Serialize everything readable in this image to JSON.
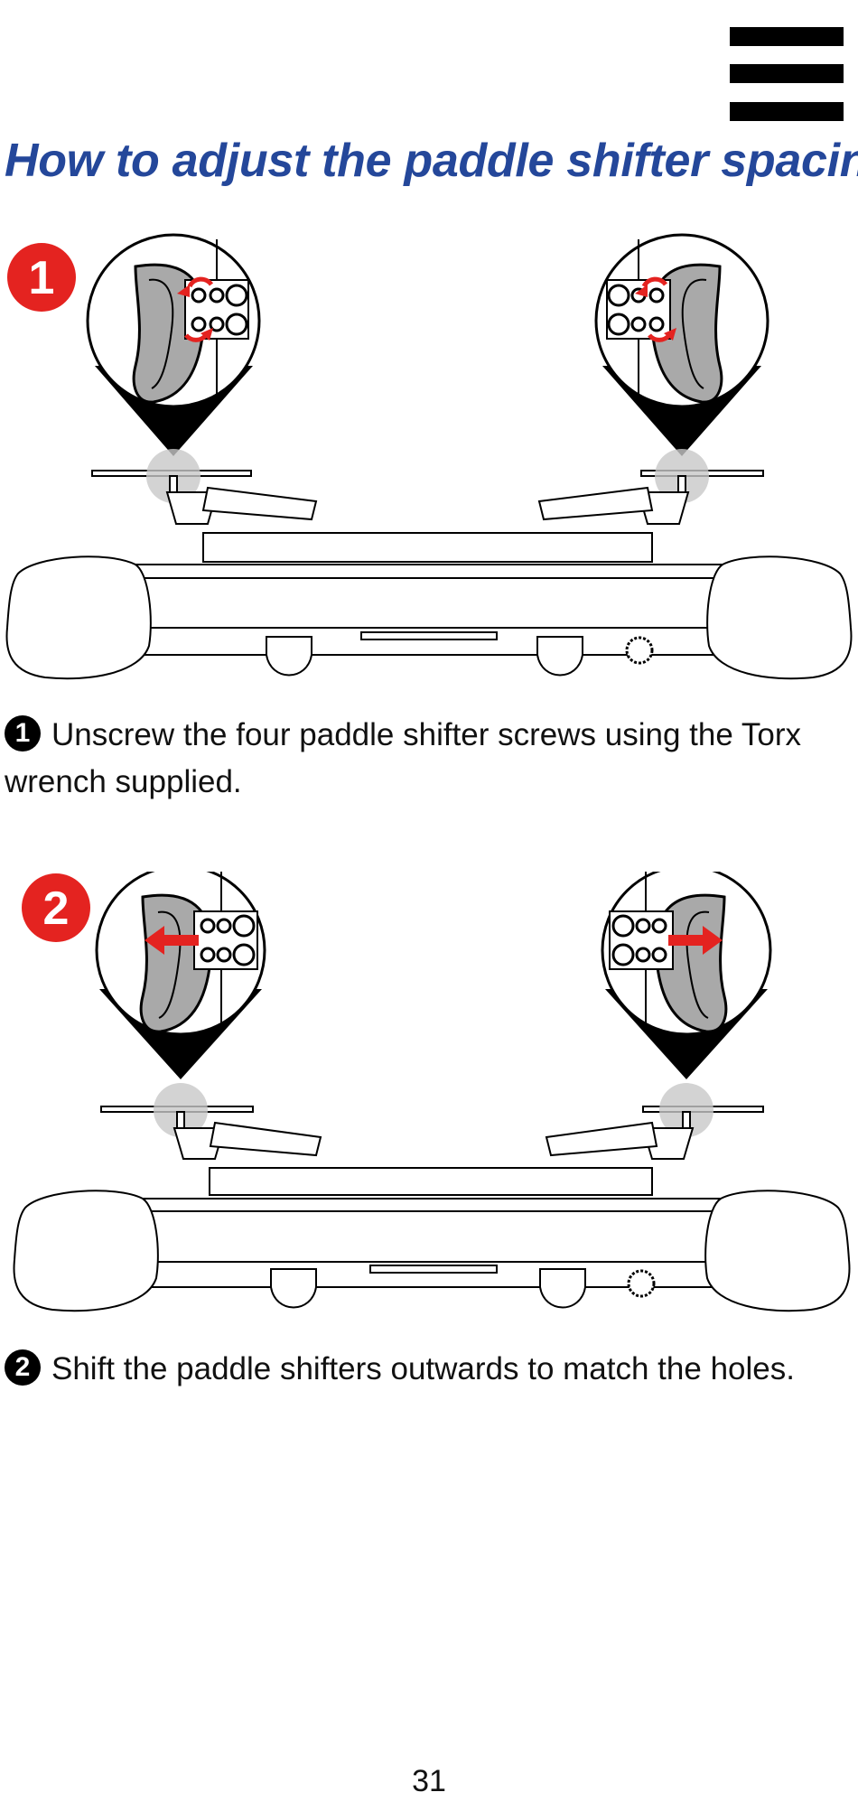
{
  "header": {
    "menu_icon": "hamburger-menu-icon"
  },
  "title": "How to adjust the paddle shifter spacing",
  "steps": [
    {
      "badge": "1",
      "bullet": "1",
      "text": "Unscrew the four paddle shifter screws using the Torx wrench supplied."
    },
    {
      "badge": "2",
      "bullet": "2",
      "text": "Shift the paddle shifters outwards to match the holes."
    }
  ],
  "colors": {
    "title": "#24479a",
    "badge": "#e42320",
    "arrow": "#e42320",
    "highlight": "#c8c8c8",
    "paddle": "#a9a9a9"
  },
  "page_number": "31"
}
